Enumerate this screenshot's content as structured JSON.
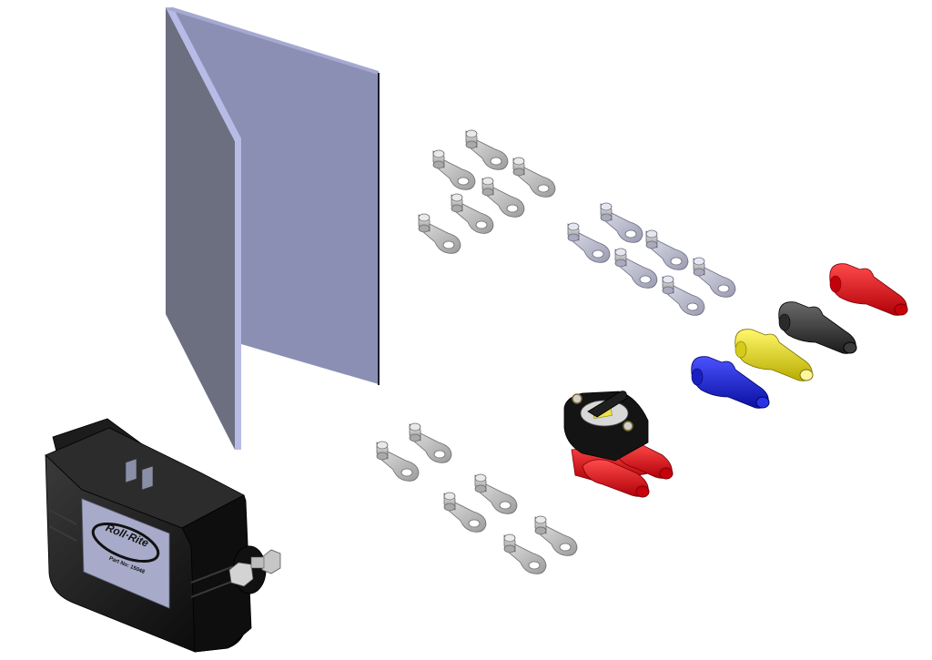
{
  "diagram": {
    "type": "exploded-parts-view",
    "background": "#ffffff",
    "components": [
      {
        "id": "folded-panel",
        "label": "Folded shield panel",
        "color_face": "#8a8fb3",
        "color_side": "#6b6f80",
        "color_edge": "#b7bbe6"
      },
      {
        "id": "solenoid-housing",
        "label": "Solenoid housing",
        "color": "#111111",
        "nameplate_color": "#a7abc9"
      },
      {
        "id": "battery-switch",
        "label": "Battery disconnect switch",
        "color_body": "#111111",
        "color_boots": "#e0101a",
        "indicator_color": "#e8e23a"
      },
      {
        "id": "terminal-boots",
        "label": "Terminal boots",
        "colors": [
          "#1b22d6",
          "#e8e21c",
          "#2a2a2a",
          "#e0101a"
        ]
      },
      {
        "id": "ring-terminals-group-1",
        "label": "Ring terminals (6)",
        "count": 6,
        "color": "#b6b6b6"
      },
      {
        "id": "ring-terminals-group-2",
        "label": "Ring terminals (6)",
        "count": 6,
        "color": "#b6b6c8"
      },
      {
        "id": "ring-terminals-group-3",
        "label": "Ring terminals (6)",
        "count": 6,
        "color": "#b6b6b6"
      }
    ]
  },
  "nameplate": {
    "brand": "Roll·Rite",
    "part_no": "Part No: 15048"
  }
}
